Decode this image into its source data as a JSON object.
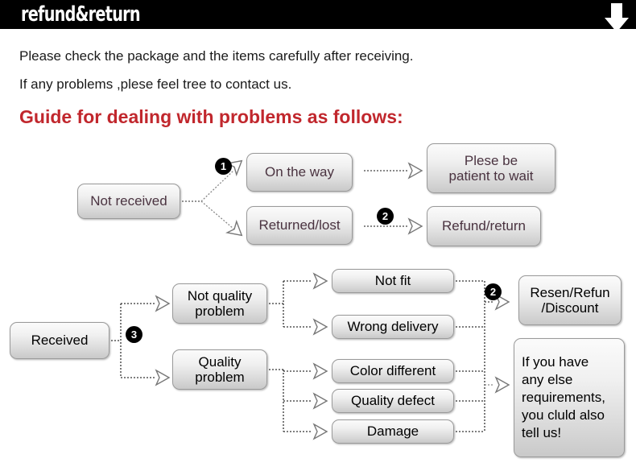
{
  "header": {
    "title": "refund&return",
    "arrow_icon": "arrow-down-icon",
    "background": "#000000",
    "text_color": "#ffffff"
  },
  "intro": {
    "line1": "Please check the package and the items carefully after receiving.",
    "line2": "If any problems ,plese feel tree to contact us.",
    "heading": "Guide for dealing with problems as follows:",
    "heading_color": "#c1272d"
  },
  "flow": {
    "top_section": {
      "start": "Not received",
      "branch_a": "On the way",
      "branch_b": "Returned/lost",
      "outcome_a": "Plese be\npatient to wait",
      "outcome_a_line1": "Plese be",
      "outcome_a_line2": "patient to wait",
      "outcome_b": "Refund/return",
      "text_color": "#4a3340"
    },
    "bottom_section": {
      "start": "Received",
      "branch_a": "Not quality problem",
      "branch_a_line1": "Not quality",
      "branch_a_line2": "problem",
      "branch_b": "Quality problem",
      "branch_b_line1": "Quality",
      "branch_b_line2": "problem",
      "issues_not_quality": [
        "Not fit",
        "Wrong delivery"
      ],
      "issues_quality": [
        "Color different",
        "Quality defect",
        "Damage"
      ],
      "outcome_a_line1": "Resen/Refun",
      "outcome_a_line2": "/Discount",
      "outcome_b_lines": [
        "If you have",
        "any else",
        "requirements,",
        "you cluld also",
        "tell us!"
      ],
      "text_color": "#000000"
    },
    "badges": [
      "1",
      "2",
      "3",
      "2"
    ]
  },
  "style": {
    "node_border": "#9a9a9a",
    "node_gradient_top": "#fbfbfb",
    "node_gradient_bottom": "#c9c9c9",
    "connector_color": "#3a3a3a"
  }
}
